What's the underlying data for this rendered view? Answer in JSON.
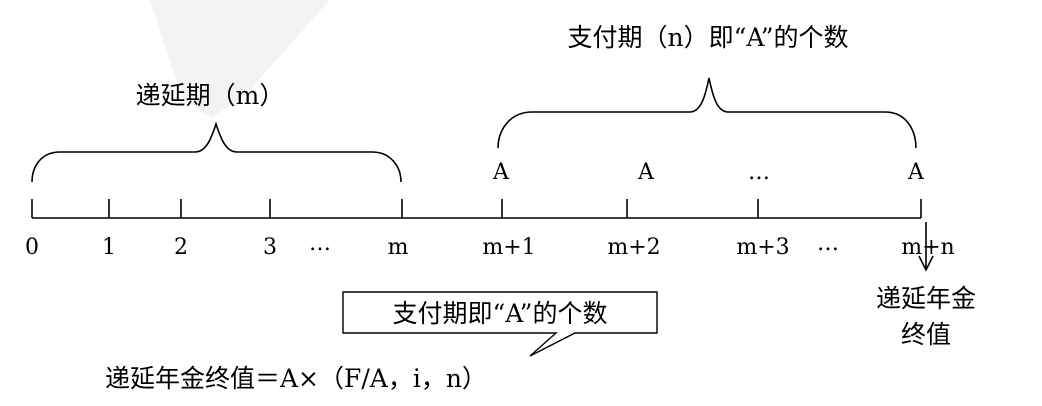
{
  "deferral_label": "递延期（m）",
  "payment_label": "支付期（n）即“A”的个数",
  "payments": [
    "A",
    "A",
    "…",
    "A"
  ],
  "ticks": [
    "0",
    "1",
    "2",
    "3",
    "…",
    "m",
    "m+1",
    "m+2",
    "m+3",
    "…",
    "m+n"
  ],
  "callout": "支付期即“A”的个数",
  "formula": "递延年金终值＝A×（F/A，i，n）",
  "fv_label_line1": "递延年金",
  "fv_label_line2": "终值",
  "colors": {
    "ink": "#000000",
    "background": "#ffffff",
    "watermark": "#f3f3f3"
  }
}
